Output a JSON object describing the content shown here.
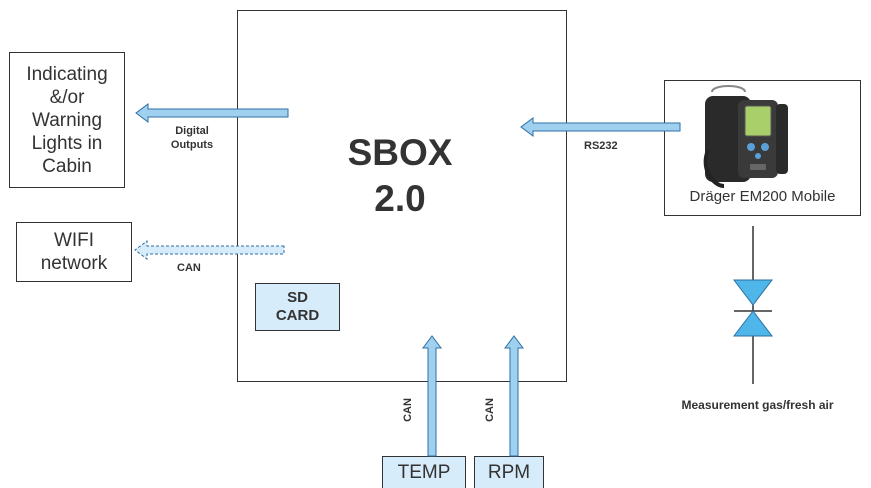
{
  "sbox": {
    "title": "SBOX\n2.0"
  },
  "lights_box": {
    "label": "Indicating\n&/or\nWarning\nLights in\nCabin"
  },
  "wifi_box": {
    "label": "WIFI\nnetwork"
  },
  "sd_card": {
    "label": "SD\nCARD"
  },
  "temp_box": {
    "label": "TEMP"
  },
  "rpm_box": {
    "label": "RPM"
  },
  "device": {
    "caption": "Dräger EM200 Mobile",
    "icon": "gas-analyzer-device-icon"
  },
  "connections": {
    "digital_outputs": "Digital\nOutputs",
    "rs232": "RS232",
    "can_wifi": "CAN",
    "can_temp": "CAN",
    "can_rpm": "CAN"
  },
  "valve": {
    "label": "Measurement gas/fresh air",
    "icon": "valve-icon"
  },
  "colors": {
    "arrow_fill": "#9fd0f0",
    "arrow_stroke": "#2f6fa3",
    "box_fill": "#d7ecfb",
    "valve_fill": "#4fb6ea"
  }
}
